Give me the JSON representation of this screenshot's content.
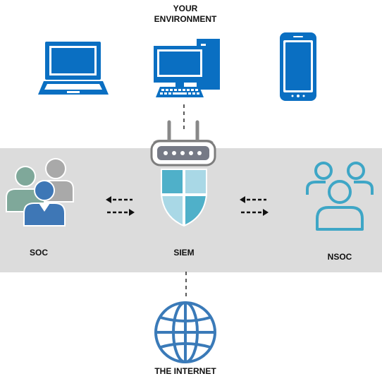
{
  "diagram": {
    "title_line1": "YOUR",
    "title_line2": "ENVIRONMENT",
    "soc_label": "SOC",
    "siem_label": "SIEM",
    "nsoc_label": "NSOC",
    "internet_label": "THE INTERNET"
  },
  "colors": {
    "device_blue": "#0a6fc2",
    "device_dark": "#0b3e6e",
    "band_gray": "#dcdcdc",
    "siem_teal": "#4fb0c9",
    "siem_light": "#a9d8e6",
    "nsoc_teal": "#3ea6c6",
    "globe_blue": "#3a7ab8",
    "soc_green": "#7fa89a",
    "soc_gray": "#a9a9a9",
    "soc_blue": "#3e77b6"
  },
  "icons": {
    "laptop": "laptop-icon",
    "desktop": "desktop-computer-icon",
    "phone": "smartphone-icon",
    "router": "router-icon",
    "shield": "shield-icon",
    "soc": "team-icon",
    "nsoc": "team-outline-icon",
    "globe": "globe-icon"
  }
}
